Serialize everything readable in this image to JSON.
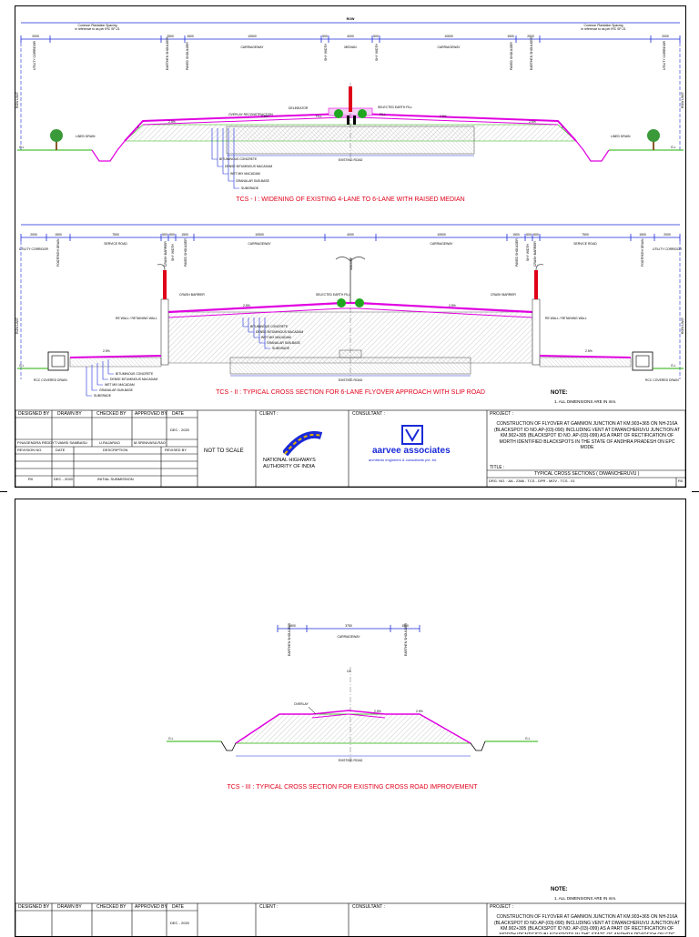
{
  "sheet1": {
    "row_w": "ROW",
    "left_spacing_label": "Common Plantation Spacing",
    "left_spacing_sub": "in reference to as per IRC SP-21",
    "right_spacing_label": "Common Plantation Spacing",
    "right_spacing_sub": "in reference to as per IRC SP-21",
    "tcs1_dims": [
      "2000",
      "2500",
      "1500",
      "10500",
      "500",
      "4000",
      "500",
      "10500",
      "1500",
      "2500",
      "2000"
    ],
    "tcs1_zones": [
      "UTILITY CORRIDOR",
      "EARTHEN SHOULDER",
      "PAVED SHOULDER",
      "CARRIAGEWAY",
      "SHY WIDTH",
      "MEDIAN",
      "SHY WIDTH",
      "CARRIAGEWAY",
      "PAVED SHOULDER",
      "EARTHEN SHOULDER",
      "UTILITY CORRIDOR"
    ],
    "tcs1_callouts": {
      "delineator": "DELINEATOR",
      "overlay": "OVERLAY RECONSTRUCTION",
      "fill_left": "FILL",
      "fill_right": "FILL",
      "selected": "SELECTED EARTH FILL",
      "existing": "EXISTING ROAD",
      "lined_left": "LINED DRAIN",
      "lined_right": "LINED DRAIN",
      "gl_left": "G.L",
      "gl_right": "G.L",
      "row_limit_left": "ROW LIMIT",
      "row_limit_right": "ROW LIMIT",
      "slopes": [
        "2",
        "2.5%",
        "2.5%",
        "2.5%",
        "2.5%",
        "2"
      ]
    },
    "layers": [
      "BITUMINOUS CONCRETE",
      "DENSE BITUMINOUS MACADAM",
      "WET MIX MACADAM",
      "GRANULAR SUB-BASE",
      "SUBGRADE"
    ],
    "tcs1_title": "TCS - I : WIDENING OF EXISTING 4-LANE TO 6-LANE WITH RAISED MEDIAN",
    "tcs2_dims": [
      "2000",
      "1500",
      "7500",
      "500",
      "500",
      "1500",
      "10500",
      "4000",
      "10500",
      "1500",
      "500",
      "500",
      "7500",
      "1500",
      "2000"
    ],
    "tcs2_zones": [
      "UTILITY CORRIDOR",
      "FOOTPATH/ DRAIN",
      "SERVICE ROAD",
      "CRASH BARRIER",
      "SHY WIDTH",
      "PAVED SHOULDER",
      "CARRIAGEWAY",
      "MEDIAN",
      "CARRIAGEWAY",
      "PAVED SHOULDER",
      "SHY WIDTH",
      "CRASH BARRIER",
      "SERVICE ROAD",
      "FOOTPATH/ DRAIN",
      "UTILITY CORRIDOR"
    ],
    "tcs2_callouts": {
      "crash_left": "CRASH BARRIER",
      "crash_right": "CRASH BARRIER",
      "re_wall_left": "RE WALL / RETAINING WALL",
      "re_wall_right": "RE WALL / RETAINING WALL",
      "selected": "SELECTED EARTH FILL",
      "existing": "EXISTING ROAD",
      "rcc_left": "RCC COVERED DRAIN",
      "rcc_right": "RCC COVERED DRAIN",
      "slopes": [
        "2.5%",
        "2.5%",
        "2.5%",
        "2.5%"
      ]
    },
    "layers_b": [
      "BITUMINOUS CONCRETE",
      "DENSE BITUMINOUS MACADAM",
      "WET MIX MACADAM",
      "GRANULAR SUB-BASE",
      "SUBGRADE"
    ],
    "tcs2_title": "TCS - II : TYPICAL CROSS SECTION FOR  6-LANE FLYOVER APPROACH WITH SLIP ROAD",
    "note_title": "NOTE:",
    "note_1": "1.  ALL DIMENSIONS ARE IN mm."
  },
  "sheet2": {
    "tcs3_dims": [
      "1500",
      "3750",
      "1500"
    ],
    "tcs3_zones": [
      "EARTHEN SHOULDER",
      "CARRIAGEWAY",
      "EARTHEN SHOULDER"
    ],
    "tcs3_callouts": {
      "overlay": "OVERLAY",
      "cl": "C/L",
      "existing": "EXISTING ROAD",
      "gl_left": "G.L",
      "gl_right": "G.L",
      "slopes": [
        "2.5%",
        "2.5%"
      ]
    },
    "tcs3_title": "TCS - III : TYPICAL CROSS SECTION FOR  EXISTING CROSS ROAD IMPROVEMENT",
    "note_title": "NOTE:",
    "note_1": "1.  ALL DIMENSIONS ARE IN mm."
  },
  "title_block": {
    "designed_by": "DESIGNED BY",
    "drawn_by": "DRAWN BY",
    "checked_by": "CHECKED BY",
    "approved_by": "APPROVED BY",
    "date": "DATE",
    "date_value": "DEC - 2020",
    "names": [
      "P.NAGENDRA REDDY",
      "T.VAMSI SAMBASU",
      "U.RAJARAO",
      "M.SRINIVASA RAO"
    ],
    "revision_no": "REVISION NO.",
    "rev_date": "DATE",
    "description": "DESCRIPTION",
    "revised_by": "REVISED BY",
    "rev_row": [
      "R0",
      "DEC - 2020",
      "INITIAL SUBMISSION",
      ""
    ],
    "scale": "NOT TO SCALE",
    "client_label": "CLIENT :",
    "client_name": "NATIONAL HIGHWAYS AUTHORITY OF INDIA",
    "consultant_label": "CONSULTANT :",
    "consultant_name": "aarvee associates",
    "consultant_sub": "architects engineers & consultants pvt. ltd.",
    "project_label": "PROJECT :",
    "project_text": "CONSTRUCTION OF FLYOVER AT GAMMON JUNCTION AT KM.903+365 ON NH-216A (BLACKSPOT ID NO.AP-(03)-090) INCLUDING VENT AT DIWANCHERUVU JUNCTION AT KM.902+305 (BLACKSPOT ID NO. AP-(03)-099) AS A PART OF RECTIFICATION OF MORTH IDENTIFIED BLACKSPOTS IN THE STATE OF ANDHRA PRADESH ON EPC MODE",
    "title_label": "TITLE :",
    "title_text": "TYPICAL CROSS SECTIONS ( DIWANCHERUVU )",
    "drg_no": "DRG. NO. : AA - 2366 - TCS - DPR - MOV - TCS - 01",
    "rev": "R0"
  },
  "colors": {
    "magenta": "#e000e0",
    "red": "#e0001a",
    "blue": "#1a2ad8",
    "green": "#22b000",
    "tree": "#3a9a3a"
  }
}
